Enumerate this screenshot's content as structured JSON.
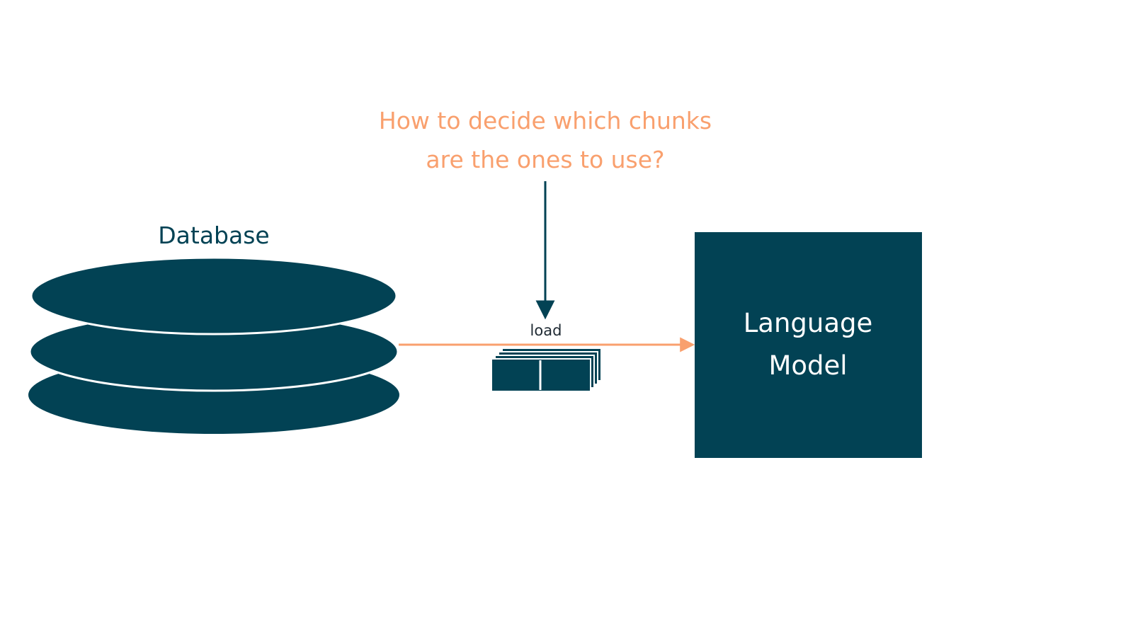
{
  "colors": {
    "primary": "#024254",
    "accent": "#F9A06E",
    "background": "#FFFFFF",
    "text_dark": "#1F2A33"
  },
  "question": {
    "line1": "How to decide which chunks",
    "line2": "are the ones to use?"
  },
  "database": {
    "label": "Database"
  },
  "flow": {
    "load_label": "load"
  },
  "model": {
    "line1": "Language",
    "line2": "Model"
  },
  "icons": {
    "database": "stacked-disks-icon",
    "chunks": "stacked-documents-icon"
  }
}
